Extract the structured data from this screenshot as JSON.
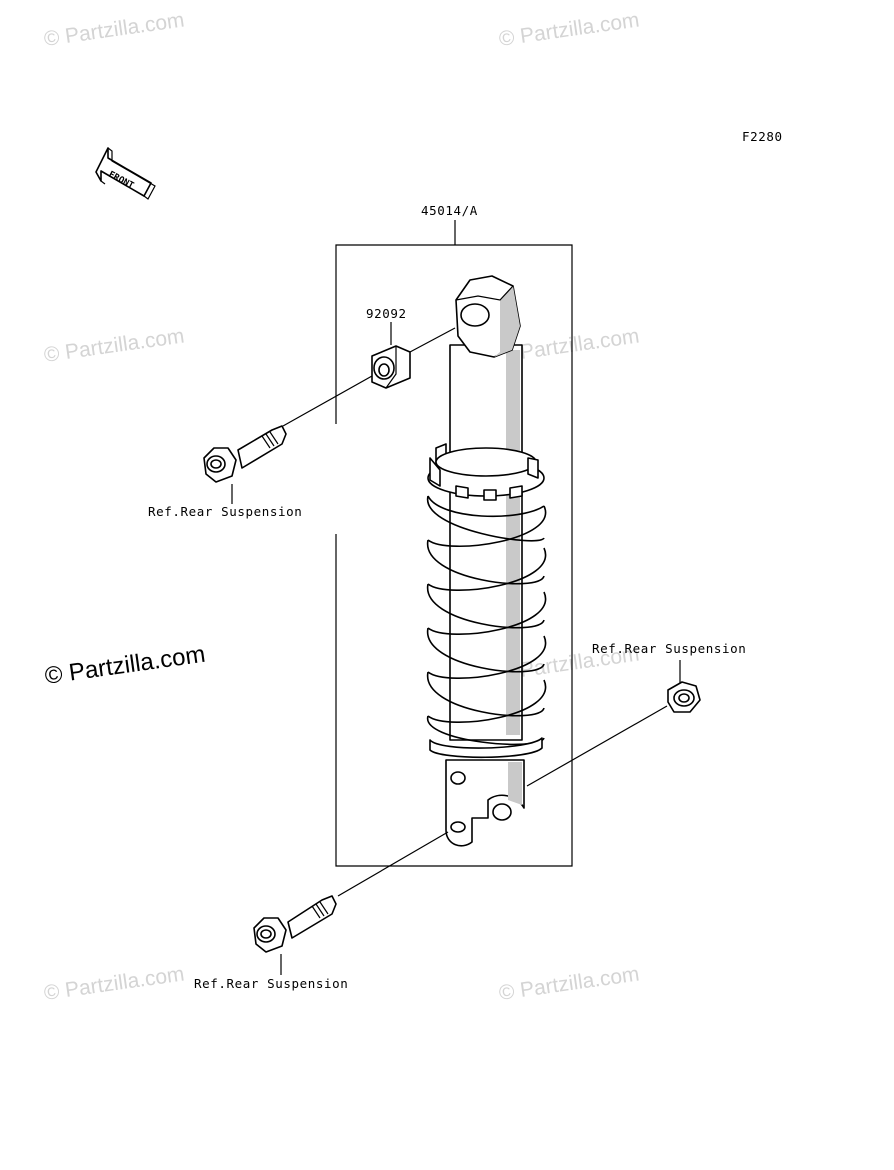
{
  "figure_id": "F2280",
  "front_arrow_label": "FRONT",
  "callouts": {
    "assembly": "45014/A",
    "collar": "92092",
    "ref_upper_bolt": "Ref.Rear Suspension",
    "ref_nut": "Ref.Rear Suspension",
    "ref_lower_bolt": "Ref.Rear Suspension"
  },
  "watermarks": {
    "faint": "© Partzilla.com",
    "bold": "© Partzilla.com"
  },
  "colors": {
    "ink": "#000000",
    "watermark": "#d4d4d4",
    "background": "#ffffff"
  }
}
